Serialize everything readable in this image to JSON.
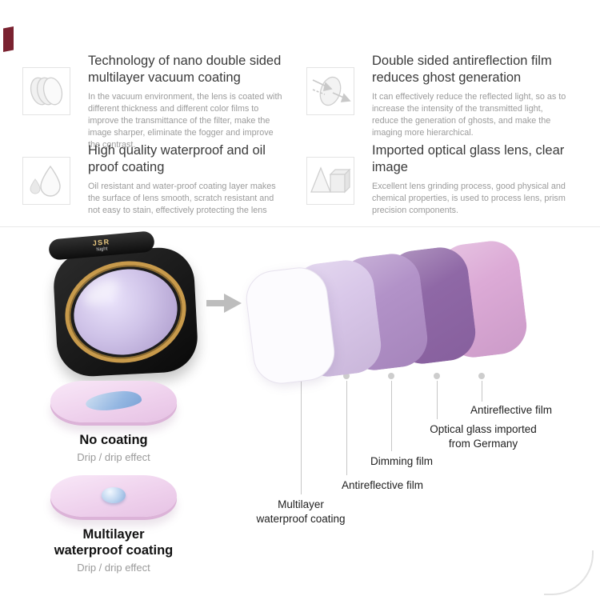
{
  "features": [
    {
      "icon": "nano-coating-icon",
      "title": "Technology of nano double sided multilayer vacuum coating",
      "description": "In the vacuum environment, the lens is coated with different thickness and different color films to improve the transmittance of the filter, make the image sharper, eliminate the fogger and improve the contrast."
    },
    {
      "icon": "antireflection-icon",
      "title": "Double sided antireflection film reduces ghost generation",
      "description": "It can effectively reduce the reflected light, so as to increase the intensity of the transmitted light, reduce the generation of ghosts, and make the imaging more hierarchical."
    },
    {
      "icon": "waterproof-icon",
      "title": "High quality waterproof and oil proof coating",
      "description": "Oil resistant and water-proof coating layer makes the surface of lens smooth, scratch resistant and not easy to stain, effectively protecting the lens"
    },
    {
      "icon": "optical-glass-icon",
      "title": "Imported optical glass lens, clear image",
      "description": "Excellent lens grinding process, good physical and chemical properties, is used to process lens, prism precision components."
    }
  ],
  "product": {
    "brand": "JSR",
    "model": "Night"
  },
  "diagram": {
    "layer_colors": [
      "#fcfbfe",
      "#d9c8e9",
      "#b292c8",
      "#8f68a6",
      "#dcaad6"
    ],
    "callouts": [
      {
        "label": "Multilayer waterproof coating"
      },
      {
        "label": "Antireflective film"
      },
      {
        "label": "Dimming film"
      },
      {
        "label": "Optical glass imported from Germany"
      },
      {
        "label": "Antireflective film"
      }
    ]
  },
  "demos": [
    {
      "title": "No coating",
      "subtitle": "Drip / drip effect"
    },
    {
      "title": "Multilayer waterproof coating",
      "subtitle": "Drip / drip effect"
    }
  ],
  "colors": {
    "gold_ring": "#c89a4b",
    "lens_tint": "#cfc3e8",
    "pad_pink": "#eed0ec",
    "arrow_gray": "#bdbdbd",
    "divider": "#e9e9e9"
  }
}
